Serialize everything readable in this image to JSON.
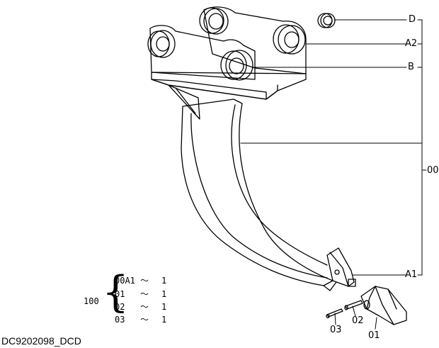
{
  "callouts": {
    "D": "D",
    "A2": "A2",
    "B": "B",
    "c00": "00",
    "A1": "A1",
    "c01": "01",
    "c02": "02",
    "c03": "03"
  },
  "legend": {
    "group": "100",
    "rows": [
      {
        "code": "00A1",
        "tilde": "〜",
        "qty": "1"
      },
      {
        "code": "01",
        "tilde": "〜",
        "qty": "1"
      },
      {
        "code": "02",
        "tilde": "〜",
        "qty": "1"
      },
      {
        "code": "03",
        "tilde": "〜",
        "qty": "1"
      }
    ]
  },
  "caption": "DC9202098_DCD"
}
